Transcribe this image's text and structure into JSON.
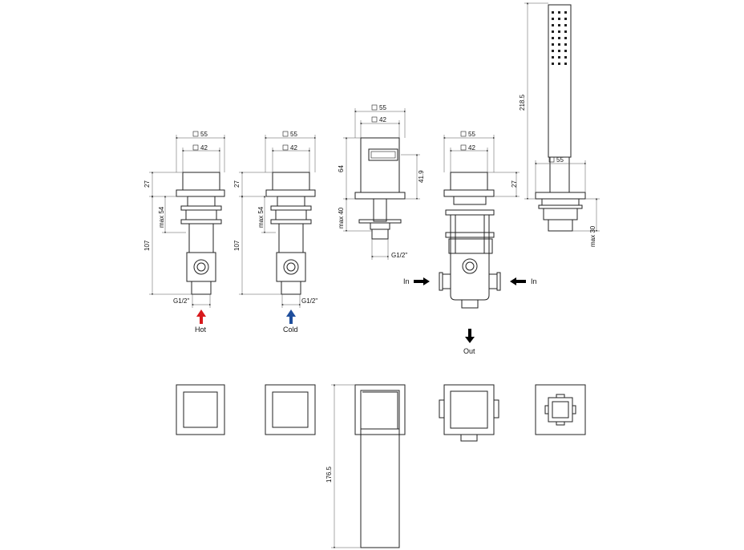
{
  "colors": {
    "hot": "#d7191c",
    "cold": "#1f4e9c",
    "line": "#222222",
    "flow": "#000000"
  },
  "valve_hot": {
    "w55": "55",
    "w42": "42",
    "h27": "27",
    "max54": "max 54",
    "h107": "107",
    "thread": "G1/2\"",
    "label": "Hot"
  },
  "valve_cold": {
    "w55": "55",
    "w42": "42",
    "h27": "27",
    "max54": "max 54",
    "h107": "107",
    "thread": "G1/2\"",
    "label": "Cold"
  },
  "spout": {
    "w55": "55",
    "w42": "42",
    "h64": "64",
    "h41_9": "41.9",
    "max40": "max 40",
    "thread": "G1/2\"",
    "length": "176.5"
  },
  "diverter": {
    "w55": "55",
    "w42": "42",
    "h27": "27",
    "in_left": "In",
    "in_right": "In",
    "out": "Out"
  },
  "hand_shower": {
    "h218_5": "218.5",
    "w55": "55",
    "max30": "max 30"
  },
  "icons": {
    "square_symbol": "square-size-symbol",
    "flow_arrow": "flow-arrow-icon"
  }
}
